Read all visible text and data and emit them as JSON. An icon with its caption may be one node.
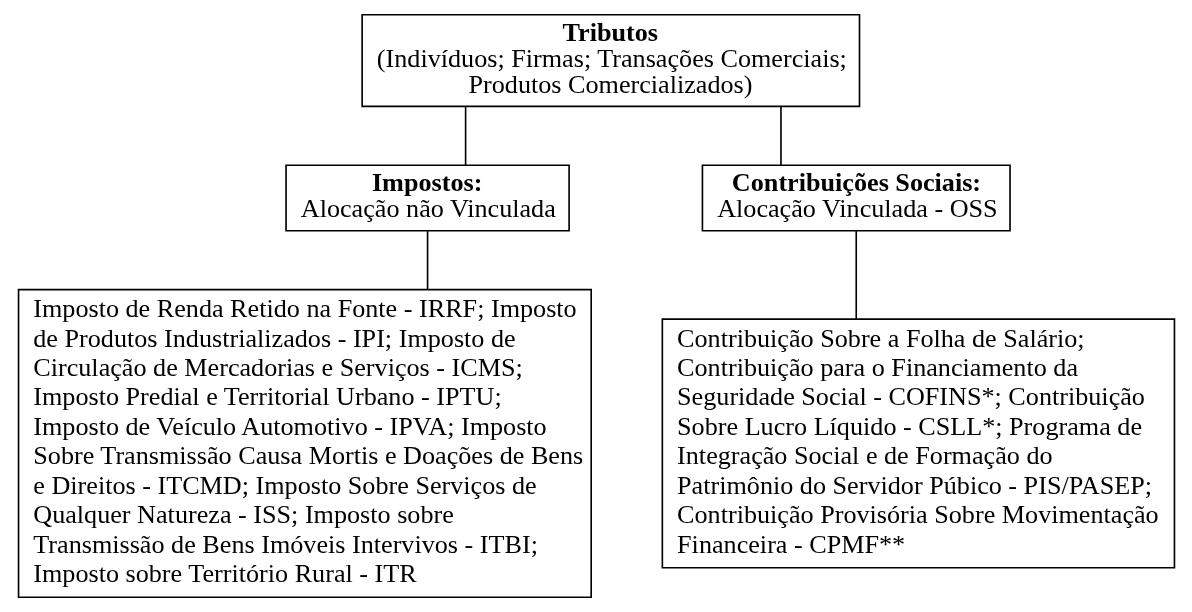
{
  "diagram": {
    "nodes": [
      {
        "text": [
          "Tributos",
          "(Indivíduos; Firmas; Transações Comerciais; Produtos Comercializados)"
        ]
      },
      {
        "text": [
          "Impostos:",
          "Alocação não Vinculada"
        ]
      },
      {
        "text": [
          "Contribuições Sociais:",
          "Alocação Vinculada - OSS"
        ]
      },
      {
        "text": [
          "Imposto de Renda Retido na Fonte - IRRF; Imposto de Produtos Industrializados - IPI; Imposto de Circulação de Mercadorias e Serviços - ICMS; Imposto Predial e Territorial Urbano - IPTU; Imposto de Veículo Automotivo - IPVA; Imposto Sobre Transmissão Causa Mortis e Doações de Bens e Direitos - ITCMD; Imposto Sobre Serviços de Qualquer Natureza - ISS; Imposto sobre Transmissão de Bens Imóveis Intervivos - ITBI; Imposto sobre Território Rural - ITR"
        ]
      },
      {
        "text": [
          "Contribuição Sobre a Folha de Salário; Contribuição para o Financiamento da Seguridade Social - COFINS*; Contribuição Sobre Lucro Líquido - CSLL*; Programa de Integração Social e de Formação do Patrimônio do Servidor Púbico - PIS/PASEP; Contribuição Provisória Sobre Movimentação Financeira - CPMF**"
        ]
      }
    ],
    "edges": [
      {
        "from": 0,
        "to": 1,
        "arrow": "none"
      },
      {
        "from": 0,
        "to": 2,
        "arrow": "none"
      },
      {
        "from": 1,
        "to": 3,
        "arrow": "none"
      },
      {
        "from": 2,
        "to": 4,
        "arrow": "none"
      }
    ]
  }
}
